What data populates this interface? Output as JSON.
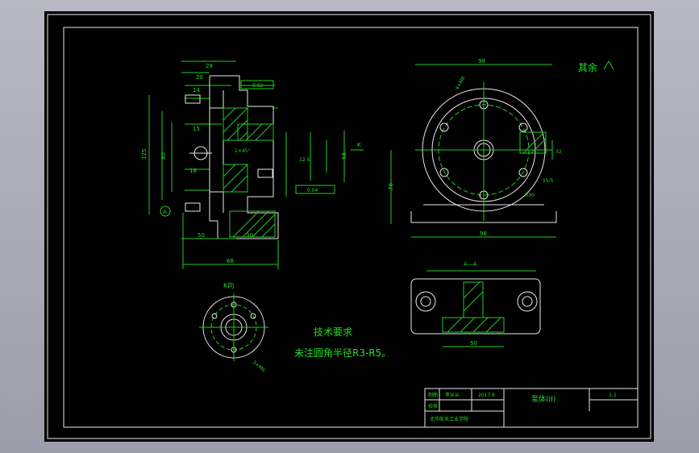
{
  "notes": {
    "surface_finish": "其余",
    "tech_title": "技术要求",
    "tech_line": "未注圆角半径R3-R5。",
    "view_k": "K向",
    "section_aa": "A—A"
  },
  "dims": {
    "d28": "28",
    "d20": "20",
    "d14": "14",
    "d15": "15",
    "d18": "18",
    "d7deg": "7°",
    "d0_02": "0.02",
    "d0_04": "0.04",
    "d125": "125",
    "d80": "80",
    "d58": "58",
    "d76": "76",
    "d32": "32",
    "d68": "68",
    "d98": "98",
    "d50": "50",
    "d30": "30",
    "d12_5": "12.5",
    "d32b": "3.2",
    "d1x45": "1×45°",
    "r30": "R30",
    "r15": "15/5",
    "k_label": "K",
    "a_label": "A",
    "anno_hole": "4×M8",
    "anno_sub": "3×M6"
  },
  "title_block": {
    "row1_c1": "制图",
    "row1_c2": "李从从",
    "row1_c3": "2017.6",
    "row2_c1": "校核",
    "part_name": "泵体(II)",
    "scale": "1:1",
    "school": "北华航天工业学院"
  }
}
